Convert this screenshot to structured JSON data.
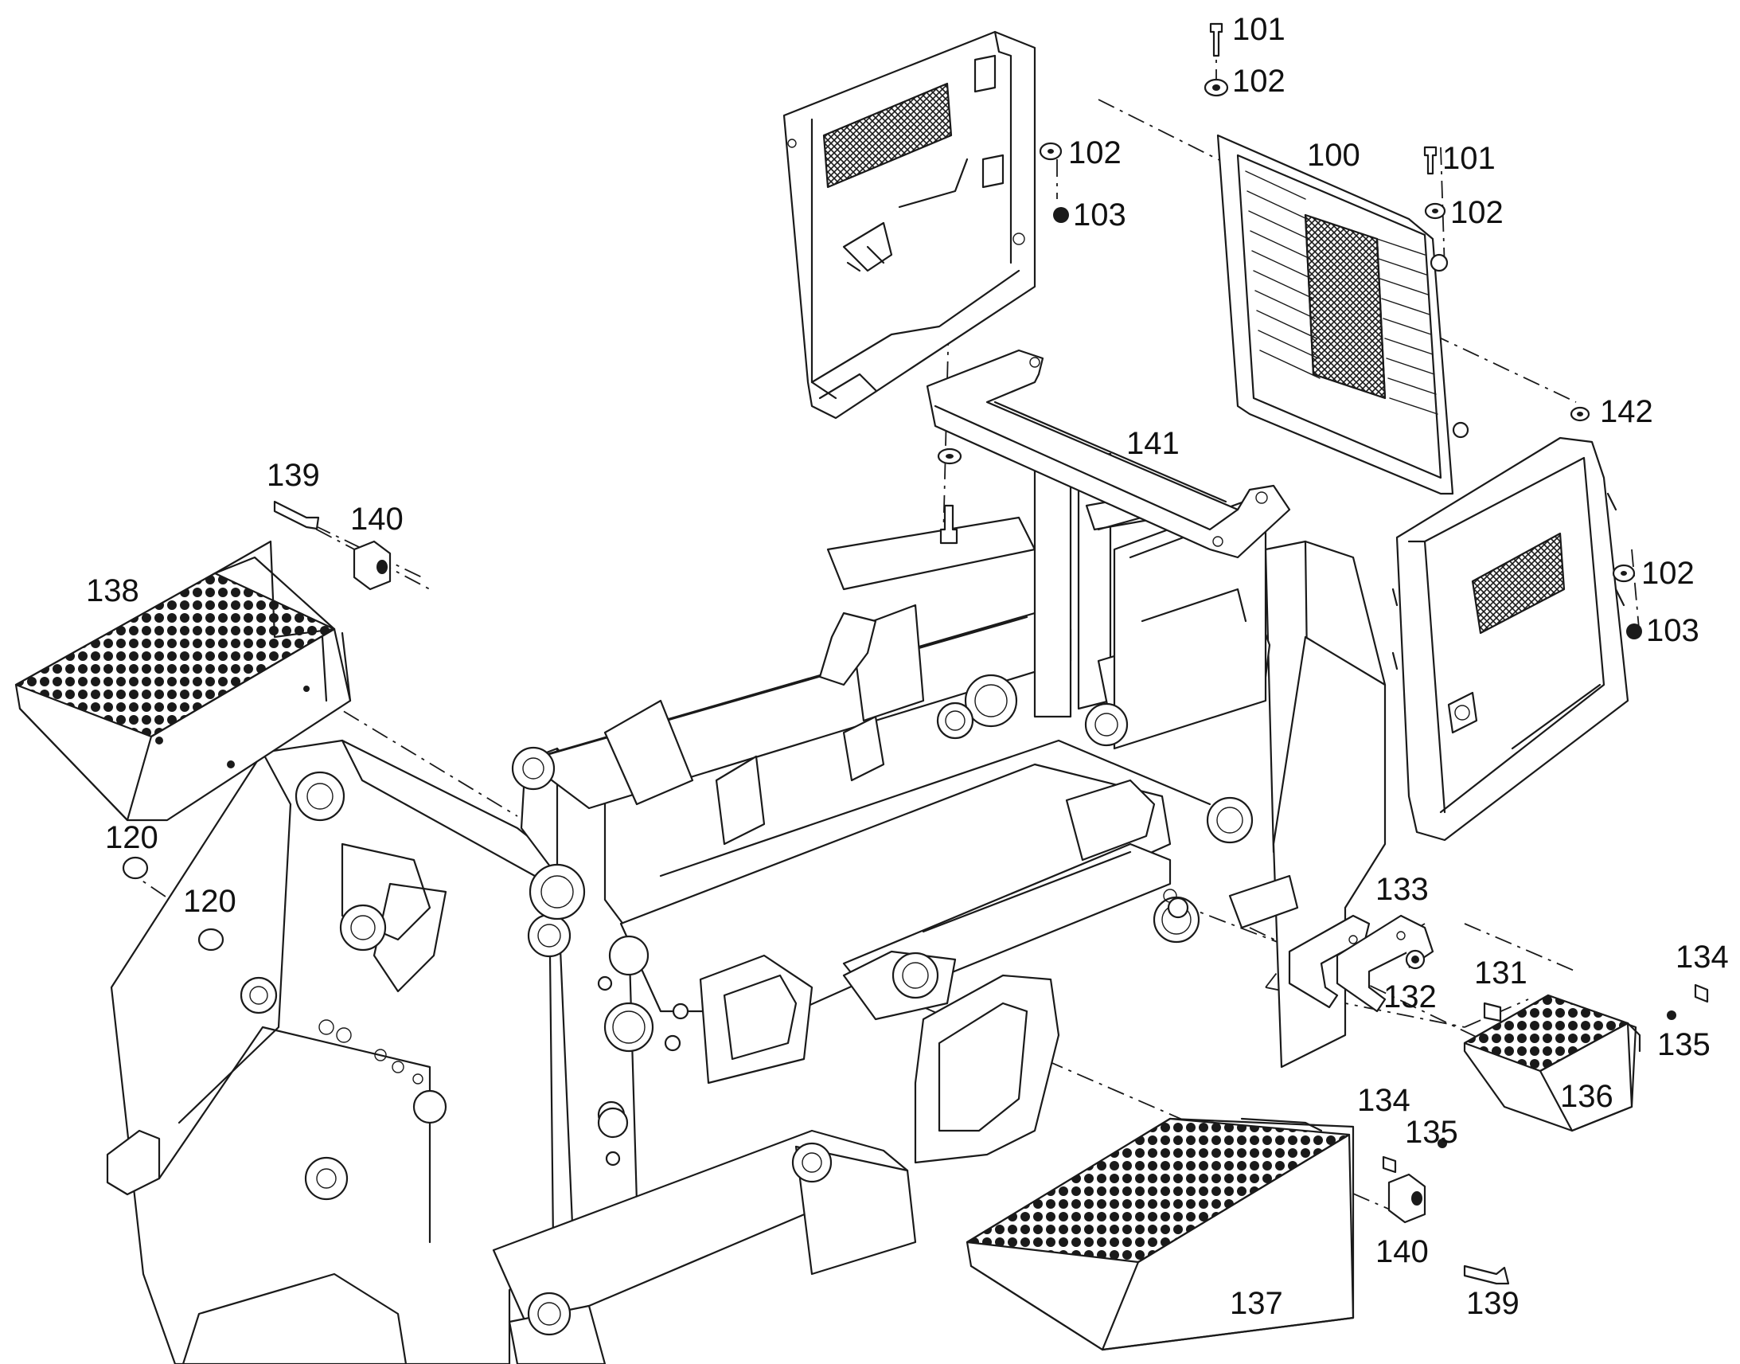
{
  "labels": [
    {
      "id": "p101a",
      "text": "101"
    },
    {
      "id": "p102a",
      "text": "102"
    },
    {
      "id": "p100",
      "text": "100"
    },
    {
      "id": "p101b",
      "text": "101"
    },
    {
      "id": "p102b",
      "text": "102"
    },
    {
      "id": "p102c",
      "text": "102"
    },
    {
      "id": "p103a",
      "text": "103"
    },
    {
      "id": "p142",
      "text": "142"
    },
    {
      "id": "p141",
      "text": "141"
    },
    {
      "id": "p139a",
      "text": "139"
    },
    {
      "id": "p140a",
      "text": "140"
    },
    {
      "id": "p138",
      "text": "138"
    },
    {
      "id": "p102d",
      "text": "102"
    },
    {
      "id": "p103b",
      "text": "103"
    },
    {
      "id": "p120a",
      "text": "120"
    },
    {
      "id": "p120b",
      "text": "120"
    },
    {
      "id": "p133",
      "text": "133"
    },
    {
      "id": "p131",
      "text": "131"
    },
    {
      "id": "p132",
      "text": "132"
    },
    {
      "id": "p134a",
      "text": "134"
    },
    {
      "id": "p135a",
      "text": "135"
    },
    {
      "id": "p136",
      "text": "136"
    },
    {
      "id": "p134b",
      "text": "134"
    },
    {
      "id": "p135b",
      "text": "135"
    },
    {
      "id": "p140b",
      "text": "140"
    },
    {
      "id": "p139b",
      "text": "139"
    },
    {
      "id": "p137",
      "text": "137"
    }
  ]
}
